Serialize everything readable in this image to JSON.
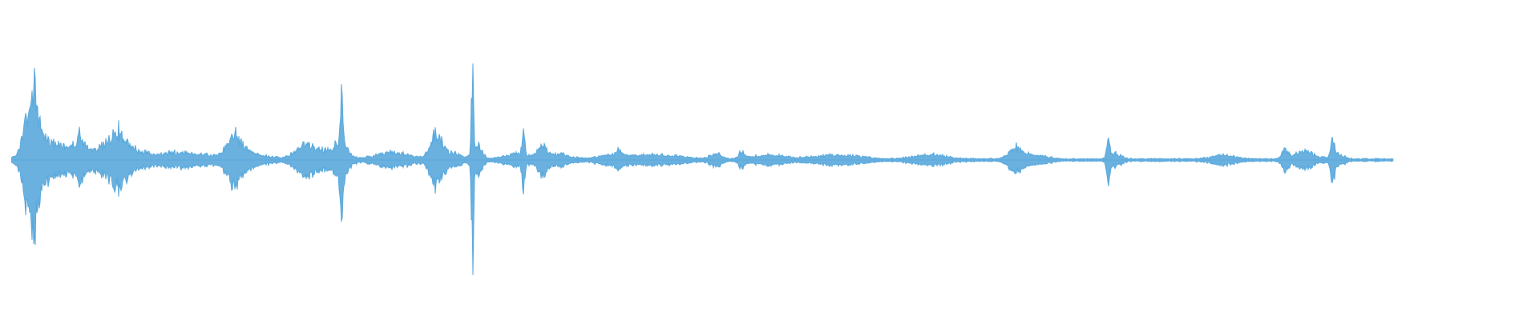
{
  "waveform": {
    "color": "#5aa9dc",
    "duration_fraction_filled": 0.905,
    "bursts": [
      {
        "pos": 0.021,
        "amp": 0.43,
        "spread": 0.006
      },
      {
        "pos": 0.028,
        "amp": 0.12,
        "spread": 0.012
      },
      {
        "pos": 0.046,
        "amp": 0.06,
        "spread": 0.01
      },
      {
        "pos": 0.052,
        "amp": 0.1,
        "spread": 0.002
      },
      {
        "pos": 0.065,
        "amp": 0.08,
        "spread": 0.02
      },
      {
        "pos": 0.077,
        "amp": 0.12,
        "spread": 0.006
      },
      {
        "pos": 0.085,
        "amp": 0.05,
        "spread": 0.015
      },
      {
        "pos": 0.12,
        "amp": 0.05,
        "spread": 0.02
      },
      {
        "pos": 0.152,
        "amp": 0.16,
        "spread": 0.006
      },
      {
        "pos": 0.16,
        "amp": 0.05,
        "spread": 0.015
      },
      {
        "pos": 0.197,
        "amp": 0.1,
        "spread": 0.008
      },
      {
        "pos": 0.21,
        "amp": 0.06,
        "spread": 0.012
      },
      {
        "pos": 0.222,
        "amp": 0.44,
        "spread": 0.0012
      },
      {
        "pos": 0.222,
        "amp": 0.1,
        "spread": 0.006
      },
      {
        "pos": 0.255,
        "amp": 0.05,
        "spread": 0.015
      },
      {
        "pos": 0.283,
        "amp": 0.16,
        "spread": 0.005
      },
      {
        "pos": 0.292,
        "amp": 0.05,
        "spread": 0.01
      },
      {
        "pos": 0.307,
        "amp": 0.7,
        "spread": 0.0009
      },
      {
        "pos": 0.31,
        "amp": 0.12,
        "spread": 0.004
      },
      {
        "pos": 0.335,
        "amp": 0.04,
        "spread": 0.01
      },
      {
        "pos": 0.34,
        "amp": 0.22,
        "spread": 0.0012
      },
      {
        "pos": 0.352,
        "amp": 0.1,
        "spread": 0.004
      },
      {
        "pos": 0.362,
        "amp": 0.04,
        "spread": 0.01
      },
      {
        "pos": 0.4,
        "amp": 0.03,
        "spread": 0.015
      },
      {
        "pos": 0.402,
        "amp": 0.04,
        "spread": 0.002
      },
      {
        "pos": 0.43,
        "amp": 0.03,
        "spread": 0.02
      },
      {
        "pos": 0.465,
        "amp": 0.04,
        "spread": 0.005
      },
      {
        "pos": 0.482,
        "amp": 0.06,
        "spread": 0.002
      },
      {
        "pos": 0.5,
        "amp": 0.03,
        "spread": 0.015
      },
      {
        "pos": 0.545,
        "amp": 0.03,
        "spread": 0.02
      },
      {
        "pos": 0.605,
        "amp": 0.03,
        "spread": 0.015
      },
      {
        "pos": 0.66,
        "amp": 0.08,
        "spread": 0.006
      },
      {
        "pos": 0.672,
        "amp": 0.03,
        "spread": 0.01
      },
      {
        "pos": 0.72,
        "amp": 0.17,
        "spread": 0.0012
      },
      {
        "pos": 0.725,
        "amp": 0.04,
        "spread": 0.005
      },
      {
        "pos": 0.795,
        "amp": 0.03,
        "spread": 0.01
      },
      {
        "pos": 0.835,
        "amp": 0.06,
        "spread": 0.003
      },
      {
        "pos": 0.848,
        "amp": 0.06,
        "spread": 0.008
      },
      {
        "pos": 0.866,
        "amp": 0.13,
        "spread": 0.0015
      },
      {
        "pos": 0.868,
        "amp": 0.04,
        "spread": 0.006
      }
    ]
  }
}
